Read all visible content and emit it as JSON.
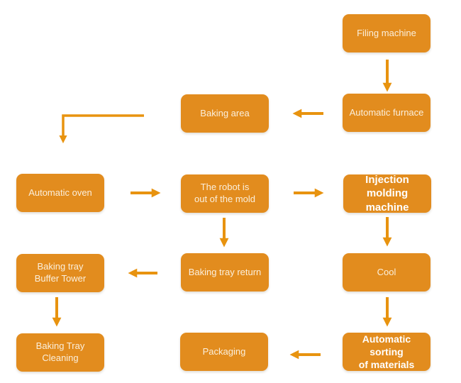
{
  "diagram": {
    "type": "flowchart",
    "description_visible": false
  },
  "colors": {
    "box_fill": "#E28C1E",
    "arrow": "#E8930F",
    "label_light": "#FBEFDC",
    "label_bold": "#FFFFFF",
    "background": "#FFFFFF"
  },
  "nodes": {
    "filing_machine": {
      "label": "Filing machine",
      "emphasis": "normal"
    },
    "automatic_furnace": {
      "label": "Automatic furnace",
      "emphasis": "normal"
    },
    "baking_area": {
      "label": "Baking area",
      "emphasis": "normal"
    },
    "automatic_oven": {
      "label": "Automatic oven",
      "emphasis": "normal"
    },
    "robot_out_of_mold": {
      "label": "The robot is\nout of the mold",
      "emphasis": "normal"
    },
    "injection_molding": {
      "label": "Injection molding\nmachine",
      "emphasis": "bold"
    },
    "cool": {
      "label": "Cool",
      "emphasis": "normal"
    },
    "baking_tray_return": {
      "label": "Baking tray return",
      "emphasis": "normal"
    },
    "baking_tray_buffer_tower": {
      "label": "Baking tray\nBuffer Tower",
      "emphasis": "normal"
    },
    "baking_tray_cleaning": {
      "label": "Baking Tray\nCleaning",
      "emphasis": "normal"
    },
    "packaging": {
      "label": "Packaging",
      "emphasis": "normal"
    },
    "automatic_sorting": {
      "label": "Automatic sorting\nof materials",
      "emphasis": "bold"
    }
  },
  "edges": [
    {
      "from": "Filing machine",
      "to": "Automatic furnace",
      "direction": "down"
    },
    {
      "from": "Automatic furnace",
      "to": "Baking area",
      "direction": "left"
    },
    {
      "from": "Baking area",
      "to": "Automatic oven",
      "direction": "elbow-left-down"
    },
    {
      "from": "Automatic oven",
      "to": "The robot is out of the mold",
      "direction": "right"
    },
    {
      "from": "The robot is out of the mold",
      "to": "Injection molding machine",
      "direction": "right"
    },
    {
      "from": "Injection molding machine",
      "to": "Cool",
      "direction": "down"
    },
    {
      "from": "Cool",
      "to": "Automatic sorting of materials",
      "direction": "down"
    },
    {
      "from": "Automatic sorting of materials",
      "to": "Packaging",
      "direction": "left"
    },
    {
      "from": "The robot is out of the mold",
      "to": "Baking tray return",
      "direction": "down"
    },
    {
      "from": "Baking tray return",
      "to": "Baking tray Buffer Tower",
      "direction": "left"
    },
    {
      "from": "Baking tray Buffer Tower",
      "to": "Baking Tray Cleaning",
      "direction": "down"
    }
  ]
}
